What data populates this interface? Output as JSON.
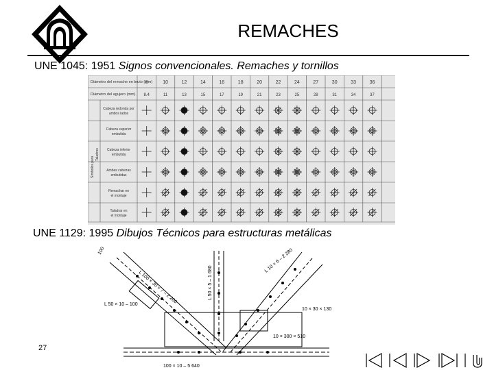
{
  "slide": {
    "title": "REMACHES",
    "page_number": "27"
  },
  "caption_1": {
    "standard": "UNE 1045: 1951",
    "description": "Signos convencionales. Remaches y tornillos"
  },
  "caption_2": {
    "standard": "UNE 1129: 1995",
    "description": "Dibujos Técnicos para estructuras metálicas"
  },
  "table": {
    "row_headers": [
      "Diámetro del remache en bruto (mm)",
      "Diámetro del agujero (mm)"
    ],
    "rivet_diameters": [
      "8",
      "10",
      "12",
      "14",
      "16",
      "18",
      "20",
      "22",
      "24",
      "27",
      "30",
      "33",
      "36"
    ],
    "hole_diameters": [
      "8.4",
      "11",
      "13",
      "15",
      "17",
      "19",
      "21",
      "23",
      "25",
      "28",
      "31",
      "34",
      "37"
    ],
    "side_label_1": "Símbolos para",
    "side_label_2": "Taladros",
    "symbol_rows": [
      "Cabeza redonda por ambos lados",
      "Cabeza superior embutida",
      "Cabeza inferior embutida",
      "Ambas cabezas embutidas",
      "Remachar en el montaje",
      "Taladrar en el montaje"
    ]
  },
  "drawing": {
    "labels": [
      "100",
      "L 100 × 30 × 7 – 2 200",
      "L 50 × 10 – 100",
      "L 50 × 5 – 1 680",
      "L 10 × 6 – 2 280",
      "10 × 30 × 130",
      "10 × 300 × 510",
      "100 × 10 – 5 640"
    ]
  },
  "nav": {
    "icons": [
      "first-slide-icon",
      "previous-slide-icon",
      "next-slide-icon",
      "last-slide-icon",
      "return-icon"
    ]
  },
  "colors": {
    "table_bg": "#e6e6e6",
    "line": "#000000",
    "text": "#000000"
  }
}
